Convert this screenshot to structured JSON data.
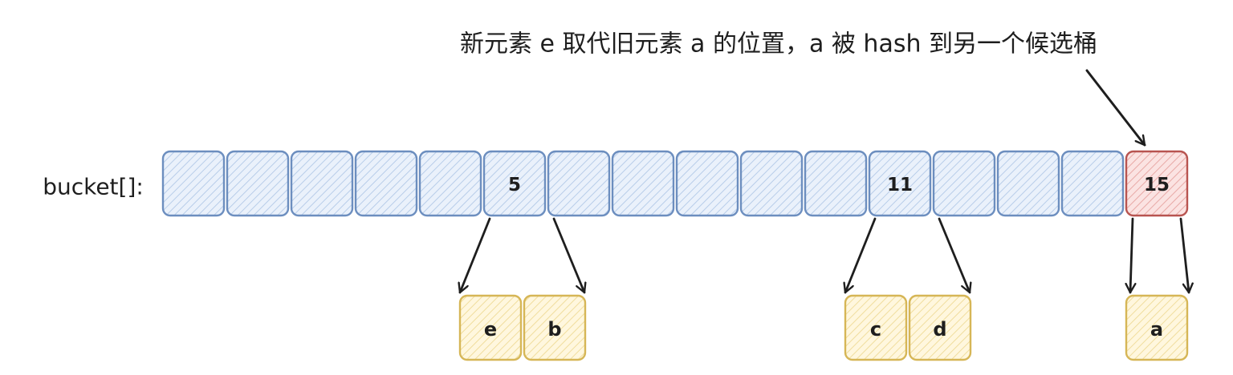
{
  "caption": "新元素 e 取代旧元素 a 的位置，a 被 hash 到另一个候选桶",
  "bucket_label": "bucket[]:",
  "colors": {
    "bucket_stroke": "#6c8ebf",
    "bucket_fill": "#dae8fc",
    "highlight_stroke": "#b85450",
    "highlight_fill": "#f8cecc",
    "item_stroke": "#d6b656",
    "item_fill": "#fff2cc",
    "accent_text": "#ff0000",
    "text": "#1e1e1e"
  },
  "buckets": [
    {
      "label": ""
    },
    {
      "label": ""
    },
    {
      "label": ""
    },
    {
      "label": ""
    },
    {
      "label": ""
    },
    {
      "label": "5"
    },
    {
      "label": ""
    },
    {
      "label": ""
    },
    {
      "label": ""
    },
    {
      "label": ""
    },
    {
      "label": ""
    },
    {
      "label": "11"
    },
    {
      "label": ""
    },
    {
      "label": ""
    },
    {
      "label": ""
    },
    {
      "label": "15",
      "highlight": true
    }
  ],
  "groups": [
    {
      "bucket": 5,
      "items": [
        {
          "text": "e",
          "accent": true
        },
        {
          "text": "b"
        }
      ]
    },
    {
      "bucket": 11,
      "items": [
        {
          "text": "c"
        },
        {
          "text": "d"
        }
      ]
    },
    {
      "bucket": 15,
      "items": [
        {
          "text": "a",
          "accent": true
        }
      ]
    }
  ]
}
